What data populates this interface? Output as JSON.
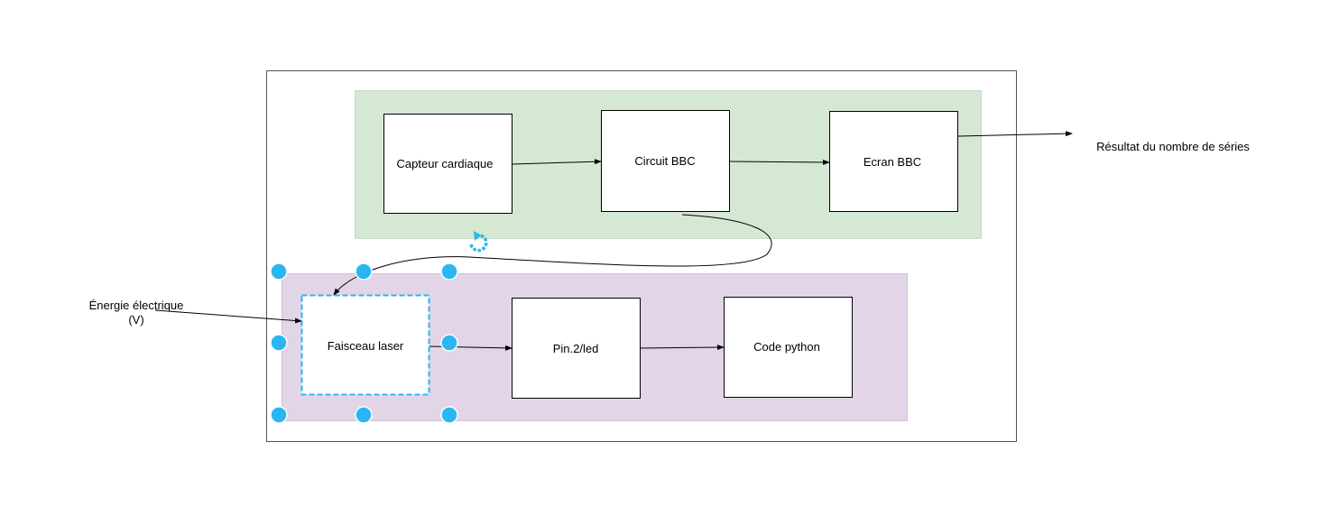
{
  "diagram": {
    "nodes": {
      "capteur": "Capteur cardiaque",
      "circuit": "Circuit BBC",
      "ecran": "Ecran BBC",
      "faisceau": "Faisceau laser",
      "pin": "Pin.2/led",
      "code": "Code python"
    },
    "external_labels": {
      "resultat": "Résultat du nombre de séries",
      "energie_line1": "Énergie électrique",
      "energie_line2": "(V)"
    },
    "colors": {
      "green_group": "#d5e8d4",
      "purple_group": "#e1d5e7",
      "selection": "#29b6f2",
      "outline": "#000000"
    },
    "icons": {
      "rotate_handle": "rotate-icon"
    }
  }
}
